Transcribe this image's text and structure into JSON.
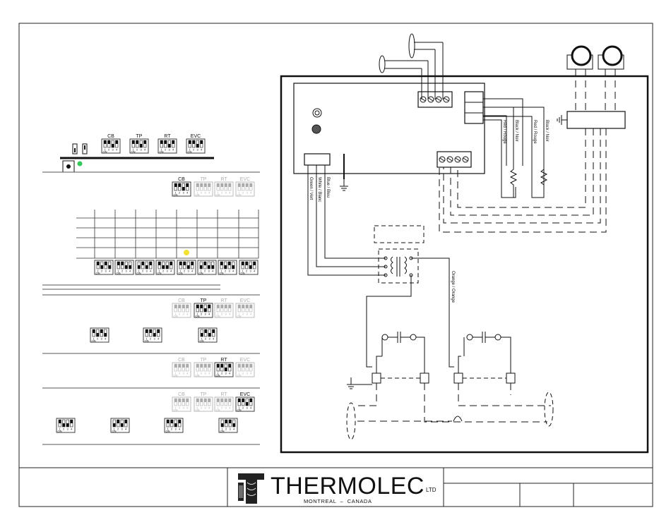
{
  "dip_groups": [
    {
      "key": "cb",
      "label": "CB"
    },
    {
      "key": "tp",
      "label": "TP"
    },
    {
      "key": "rt",
      "label": "RT"
    },
    {
      "key": "evc",
      "label": "EVC"
    }
  ],
  "dip_on_label": "ON",
  "wire_labels": {
    "green": "Green / Vert",
    "white": "White / Blanc",
    "blue": "Blue / Bleu",
    "red1": "Red / Rouge",
    "black1": "Black / Noir",
    "red2": "Red / Rouge",
    "black2": "Black / Noir",
    "orange": "Orange / Orange"
  },
  "title_block": {
    "company": "THERMOLEC",
    "suffix": "LTD",
    "city": "MONTREAL  –  CANADA"
  },
  "colors": {
    "status_led": "#34c759",
    "highlight_dot": "#f2e232",
    "line": "#111111"
  }
}
